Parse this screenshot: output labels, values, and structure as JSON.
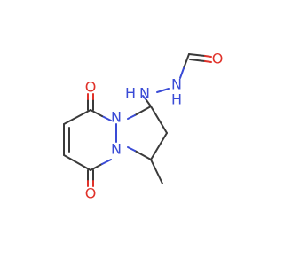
{
  "molecule": {
    "atoms": {
      "o_formyl": {
        "label": "O",
        "color": "#e0322a"
      },
      "n_hydrazine_outer": {
        "label": "N",
        "color": "#3a4bd6"
      },
      "h_hydrazine_outer": {
        "label": "H",
        "color": "#3a4bd6"
      },
      "n_hydrazine_inner": {
        "label": "N",
        "color": "#3a4bd6"
      },
      "h_hydrazine_inner": {
        "label": "H",
        "color": "#3a4bd6"
      },
      "n_ring_top": {
        "label": "N",
        "color": "#3a4bd6"
      },
      "n_ring_bottom": {
        "label": "N",
        "color": "#3a4bd6"
      },
      "o_carbonyl_top": {
        "label": "O",
        "color": "#e0322a"
      },
      "o_carbonyl_bottom": {
        "label": "O",
        "color": "#e0322a"
      }
    },
    "colors": {
      "bond": "#3a3a3a",
      "nitrogen": "#3a4bd6",
      "oxygen": "#e0322a",
      "background": "#ffffff"
    }
  }
}
